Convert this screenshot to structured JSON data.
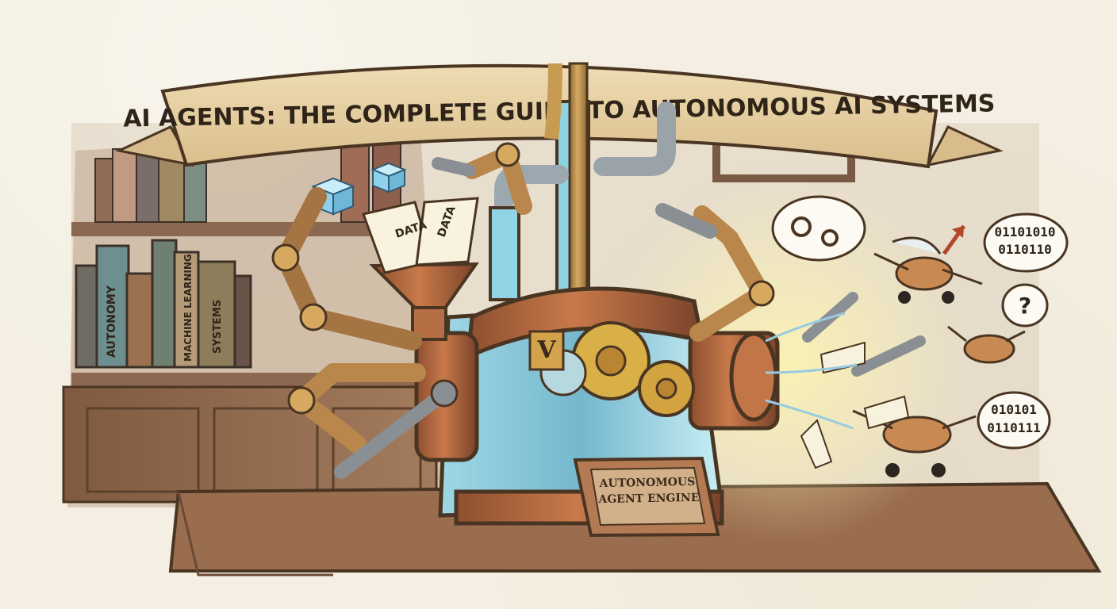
{
  "banner": {
    "title": "AI AGENTS: THE COMPLETE GUIDE TO AUTONOMOUS AI SYSTEMS"
  },
  "books": {
    "spine_1": "AUTONOMY",
    "spine_2": "MACHINE LEARNING",
    "spine_3": "SYSTEMS"
  },
  "papers": {
    "left": "DATA",
    "right": "DATA"
  },
  "engine": {
    "plaque_line_1": "AUTONOMOUS",
    "plaque_line_2": "AGENT ENGINE",
    "emblem": "V"
  },
  "bubbles": {
    "binary_top_1": "01101010",
    "binary_top_2": "0110110",
    "question": "?",
    "binary_bottom_1": "010101",
    "binary_bottom_2": "0110111"
  },
  "icons": {
    "gear_bubble": "gear-icon",
    "wrench": "wrench-icon",
    "drone": "drone-icon",
    "arrow": "arrow-up-right-icon"
  },
  "colors": {
    "paper_bg": "#f4efe2",
    "banner": "#e7d2a8",
    "banner_outline": "#4a3522",
    "copper": "#b56a3e",
    "brass": "#c49a53",
    "glass": "#7fc3d8",
    "wood": "#8b6145",
    "ink": "#2f2418"
  }
}
